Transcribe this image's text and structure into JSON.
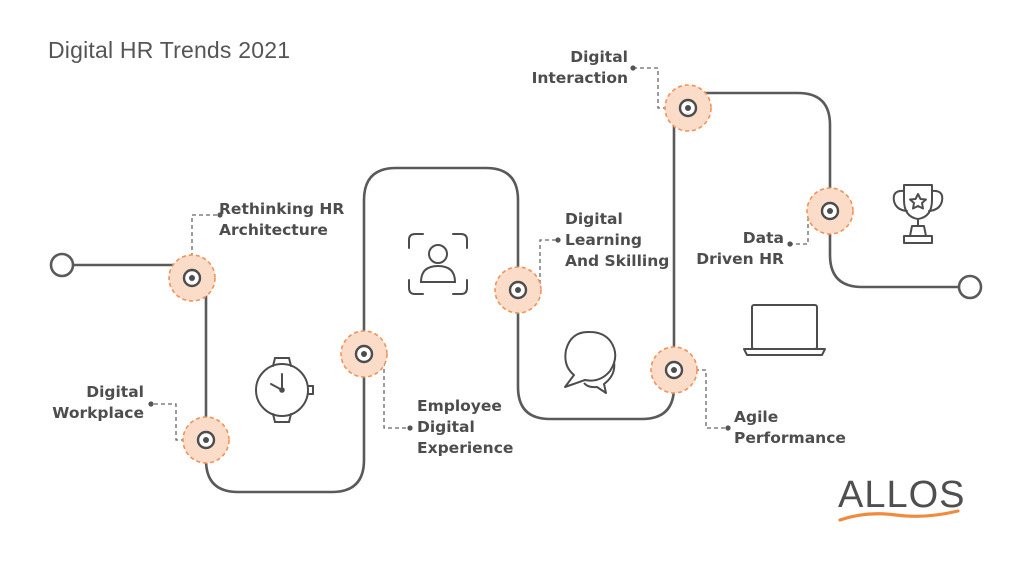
{
  "title": "Digital HR Trends 2021",
  "milestones": {
    "rethinking_hr": {
      "line1": "Rethinking HR",
      "line2": "Architecture"
    },
    "digital_workplace": {
      "line1": "Digital",
      "line2": "Workplace"
    },
    "employee_experience": {
      "line1": "Employee",
      "line2": "Digital",
      "line3": "Experience"
    },
    "digital_learning": {
      "line1": "Digital",
      "line2": "Learning",
      "line3": "And Skilling"
    },
    "digital_interaction": {
      "line1": "Digital",
      "line2": "Interaction"
    },
    "agile_performance": {
      "line1": "Agile",
      "line2": "Performance"
    },
    "data_driven_hr": {
      "line1": "Data",
      "line2": "Driven HR"
    }
  },
  "icons": [
    "watch-icon",
    "face-scan-icon",
    "chat-bubbles-icon",
    "laptop-icon",
    "trophy-icon"
  ],
  "logo": {
    "text": "ALLOS"
  },
  "colors": {
    "path": "#5a5a5a",
    "node_fill": "#fbdcc8",
    "node_border": "#f0935a",
    "text": "#4d4d4d",
    "accent": "#f08a3c"
  }
}
